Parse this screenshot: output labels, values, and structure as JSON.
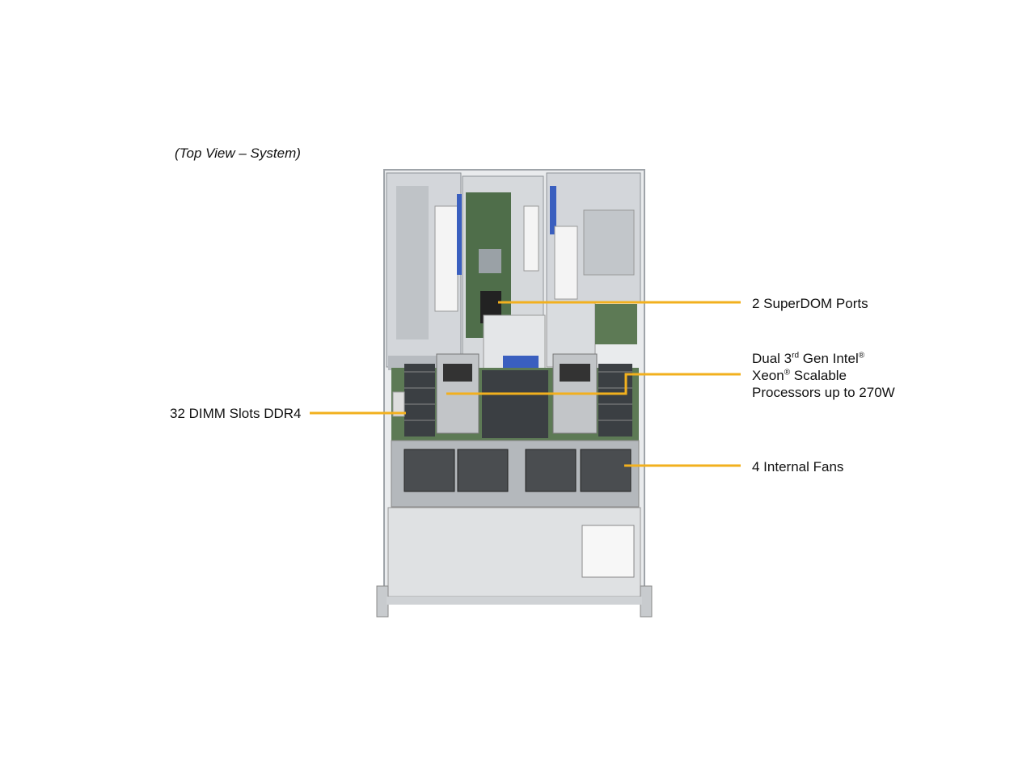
{
  "caption": "(Top View – System)",
  "callouts": {
    "superdom": "2 SuperDOM Ports",
    "cpu": {
      "pre1": "Dual 3",
      "sup1": "rd",
      "mid1": " Gen Intel",
      "sup2": "®",
      "pre2": "Xeon",
      "sup3": "®",
      "post2": " Scalable",
      "line3": "Processors up to 270W"
    },
    "dimm": "32 DIMM Slots DDR4",
    "fans": "4 Internal Fans"
  },
  "colors": {
    "leader": "#f2b01e",
    "chassis": "#c9ccd0",
    "board": "#5d7a55",
    "bracket": "#3a5fbf"
  }
}
